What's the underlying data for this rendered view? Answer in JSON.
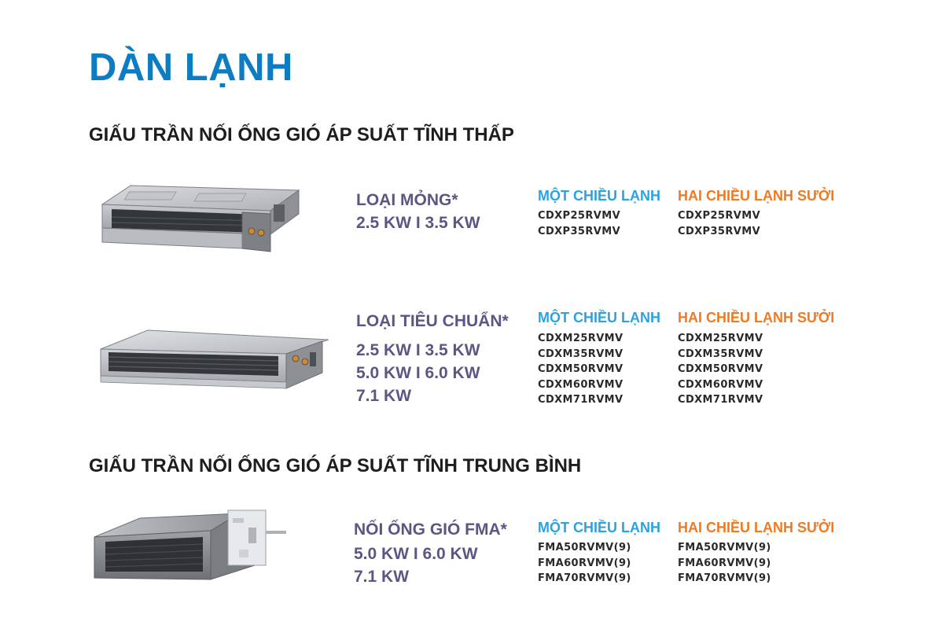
{
  "page": {
    "title": "DÀN LẠNH"
  },
  "sections": [
    {
      "title": "GIẤU TRẦN NỐI ỐNG GIÓ ÁP SUẤT TĨNH THẤP"
    },
    {
      "title": "GIẤU TRẦN NỐI ỐNG GIÓ ÁP SUẤT TĨNH TRUNG BÌNH"
    }
  ],
  "products": [
    {
      "type_name": "LOẠI MỎNG*",
      "capacity_lines": [
        "2.5 KW Ι 3.5 KW"
      ],
      "cooling_header": "MỘT CHIỀU LẠNH",
      "heating_header": "HAI CHIỀU LẠNH SƯỞI",
      "cooling_models": [
        "CDXP25RVMV",
        "CDXP35RVMV"
      ],
      "heating_models": [
        "CDXP25RVMV",
        "CDXP35RVMV"
      ]
    },
    {
      "type_name": "LOẠI TIÊU CHUẨN*",
      "capacity_lines": [
        "2.5 KW Ι 3.5 KW",
        "5.0 KW Ι 6.0 KW",
        "7.1 KW"
      ],
      "cooling_header": "MỘT CHIỀU LẠNH",
      "heating_header": "HAI CHIỀU LẠNH SƯỞI",
      "cooling_models": [
        "CDXM25RVMV",
        "CDXM35RVMV",
        "CDXM50RVMV",
        "CDXM60RVMV",
        "CDXM71RVMV"
      ],
      "heating_models": [
        "CDXM25RVMV",
        "CDXM35RVMV",
        "CDXM50RVMV",
        "CDXM60RVMV",
        "CDXM71RVMV"
      ]
    },
    {
      "type_name": "NỐI ỐNG GIÓ FMA*",
      "capacity_lines": [
        "5.0 KW Ι 6.0 KW",
        "7.1 KW"
      ],
      "cooling_header": "MỘT CHIỀU LẠNH",
      "heating_header": "HAI CHIỀU LẠNH SƯỞI",
      "cooling_models": [
        "FMA50RVMV(9)",
        "FMA60RVMV(9)",
        "FMA70RVMV(9)"
      ],
      "heating_models": [
        "FMA50RVMV(9)",
        "FMA60RVMV(9)",
        "FMA70RVMV(9)"
      ]
    }
  ],
  "colors": {
    "title_blue": "#0d7dc3",
    "section_dark": "#1d1d1f",
    "capacity_purple": "#5b5684",
    "cooling_blue": "#2aa3e0",
    "heating_orange": "#ef7a22",
    "model_text": "#2a2a2e"
  },
  "icons": {
    "product_image": "ducted-indoor-unit-image"
  }
}
